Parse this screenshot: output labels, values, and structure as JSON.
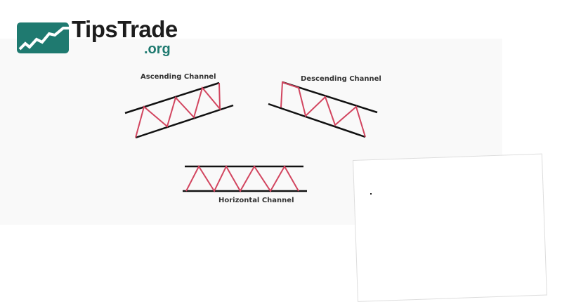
{
  "logo": {
    "name": "TipsTrade",
    "suffix": ".org",
    "brand_color": "#1f7a70"
  },
  "diagram": {
    "ascending_label": "Ascending Channel",
    "descending_label": "Descending Channel",
    "horizontal_label": "Horizontal Channel",
    "trendline_color": "#111111",
    "price_color": "#d2455f"
  }
}
